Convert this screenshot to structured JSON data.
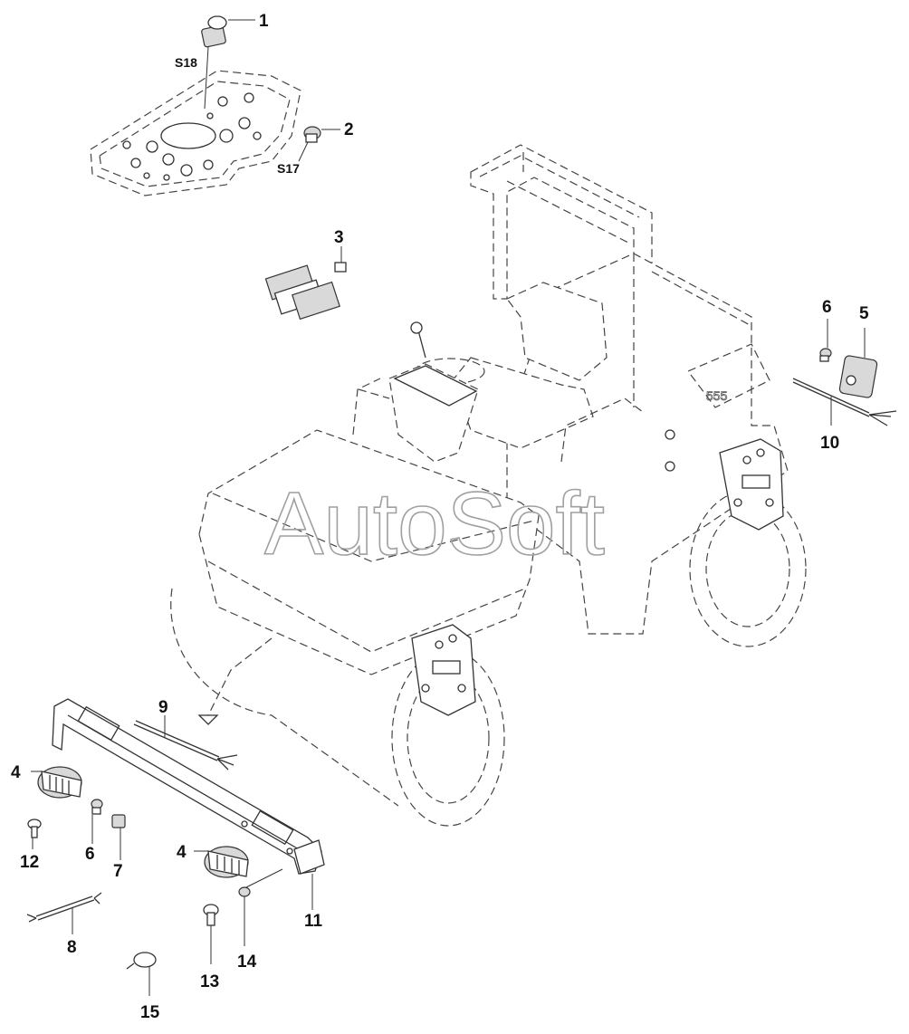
{
  "watermark": "AutoSoft",
  "colors": {
    "line": "#333333",
    "fill": "#d9d9d9",
    "watermark": "#a0a0a0"
  },
  "callouts": {
    "c1": "1",
    "c2": "2",
    "c3": "3",
    "c4a": "4",
    "c4b": "4",
    "c5": "5",
    "c6a": "6",
    "c6b": "6",
    "c7": "7",
    "c8": "8",
    "c9": "9",
    "c10": "10",
    "c11": "11",
    "c12": "12",
    "c13": "13",
    "c14": "14",
    "c15": "15"
  },
  "switch_labels": {
    "s18": "S18",
    "s17": "S17"
  }
}
